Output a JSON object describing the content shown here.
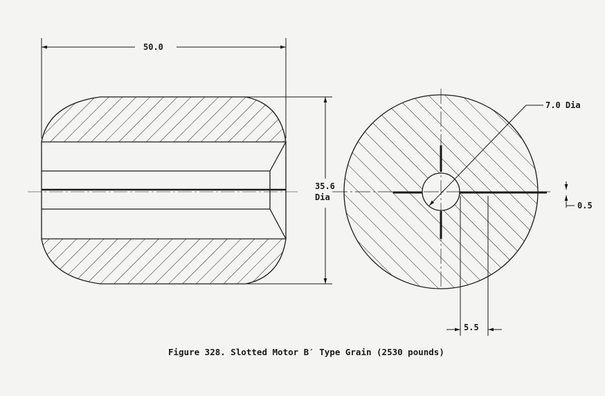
{
  "labels": {
    "length": "50.0",
    "outer_dia_value": "35.6",
    "outer_dia_unit": "Dia",
    "bore_dia": "7.0 Dia",
    "slot_width": "0.5",
    "slot_offset": "5.5"
  },
  "caption": "Figure 328.  Slotted Motor B′ Type Grain (2530 pounds)",
  "colors": {
    "ink": "#1a1a1a",
    "paper": "#f4f4f2"
  }
}
